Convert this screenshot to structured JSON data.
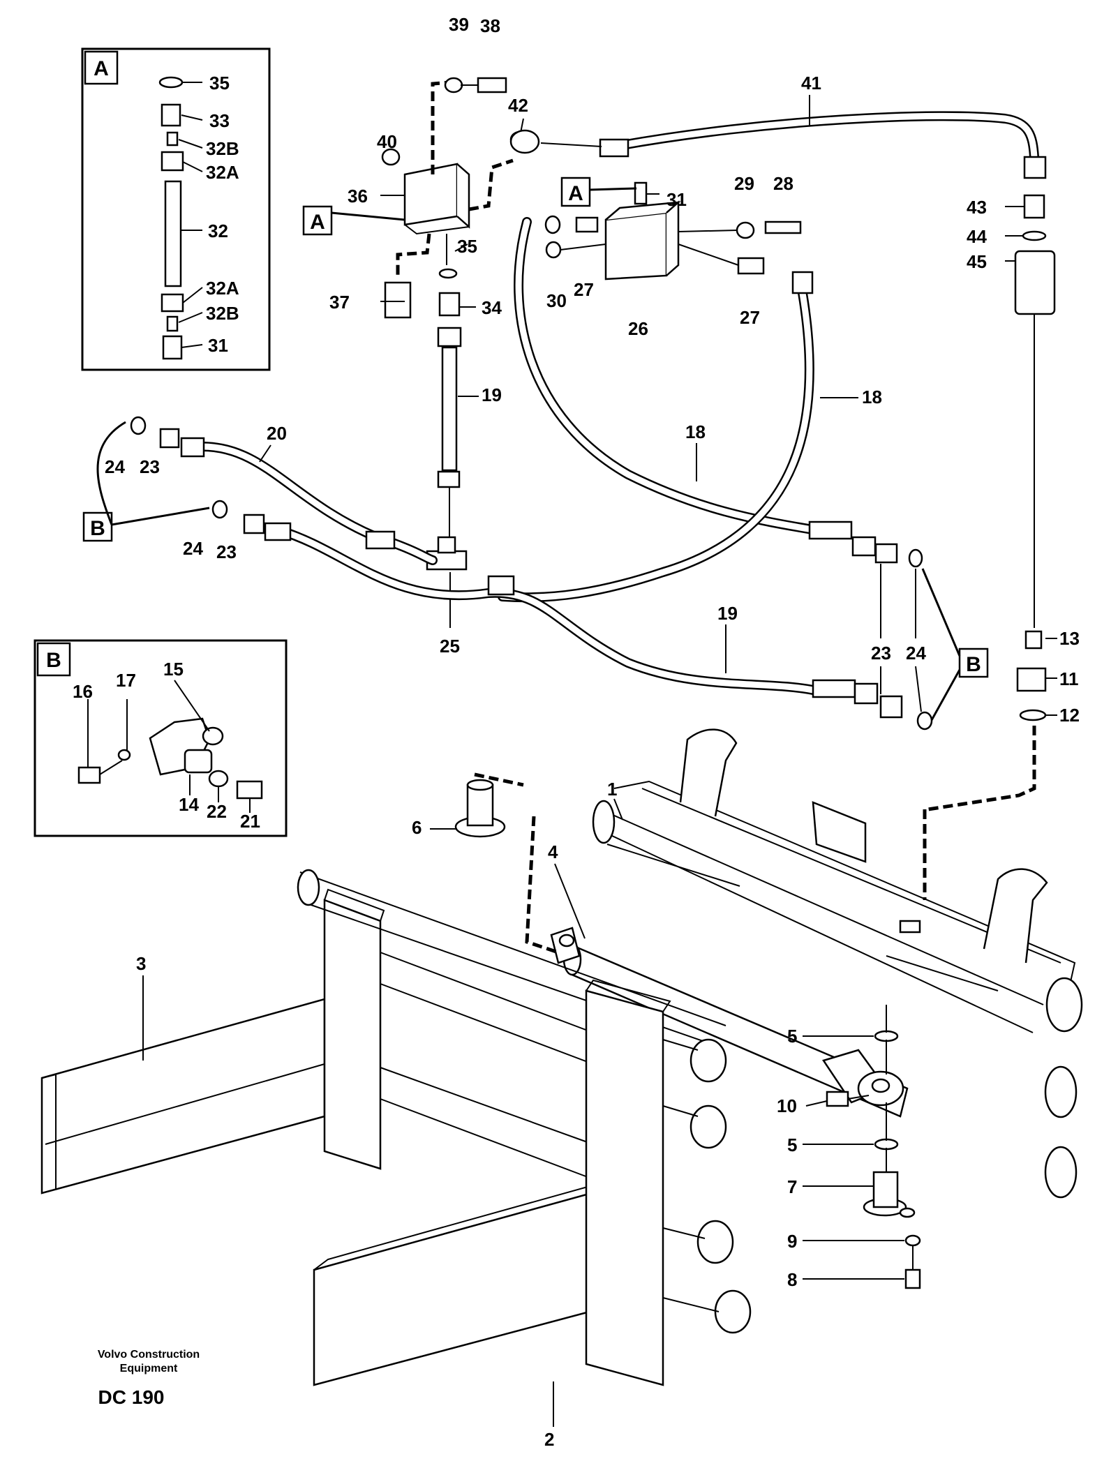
{
  "footer": {
    "company_line1": "Volvo Construction",
    "company_line2": "Equipment",
    "drawing_code": "DC 190"
  },
  "detail_a": {
    "title": "A"
  },
  "detail_b": {
    "title": "B"
  },
  "callouts": {
    "ref_a1": "A",
    "ref_a2": "A",
    "ref_b1": "B",
    "ref_b2": "B"
  },
  "labels": {
    "p1": "1",
    "p2": "2",
    "p3": "3",
    "p4": "4",
    "p5a": "5",
    "p5b": "5",
    "p6": "6",
    "p7": "7",
    "p8": "8",
    "p9": "9",
    "p10": "10",
    "p11": "11",
    "p12": "12",
    "p13": "13",
    "p14": "14",
    "p15": "15",
    "p16": "16",
    "p17": "17",
    "p18a": "18",
    "p18b": "18",
    "p19a": "19",
    "p19b": "19",
    "p20": "20",
    "p21": "21",
    "p22": "22",
    "p23a": "23",
    "p23b": "23",
    "p23c": "23",
    "p24a": "24",
    "p24b": "24",
    "p24c": "24",
    "p25": "25",
    "p26": "26",
    "p27a": "27",
    "p27b": "27",
    "p28": "28",
    "p29": "29",
    "p30": "30",
    "p31a": "31",
    "p31b": "31",
    "p32": "32",
    "p32a1": "32A",
    "p32a2": "32A",
    "p32b1": "32B",
    "p32b2": "32B",
    "p33": "33",
    "p34": "34",
    "p35a": "35",
    "p35b": "35",
    "p36": "36",
    "p37": "37",
    "p38": "38",
    "p39": "39",
    "p40": "40",
    "p41": "41",
    "p42": "42",
    "p43": "43",
    "p44": "44",
    "p45": "45"
  }
}
